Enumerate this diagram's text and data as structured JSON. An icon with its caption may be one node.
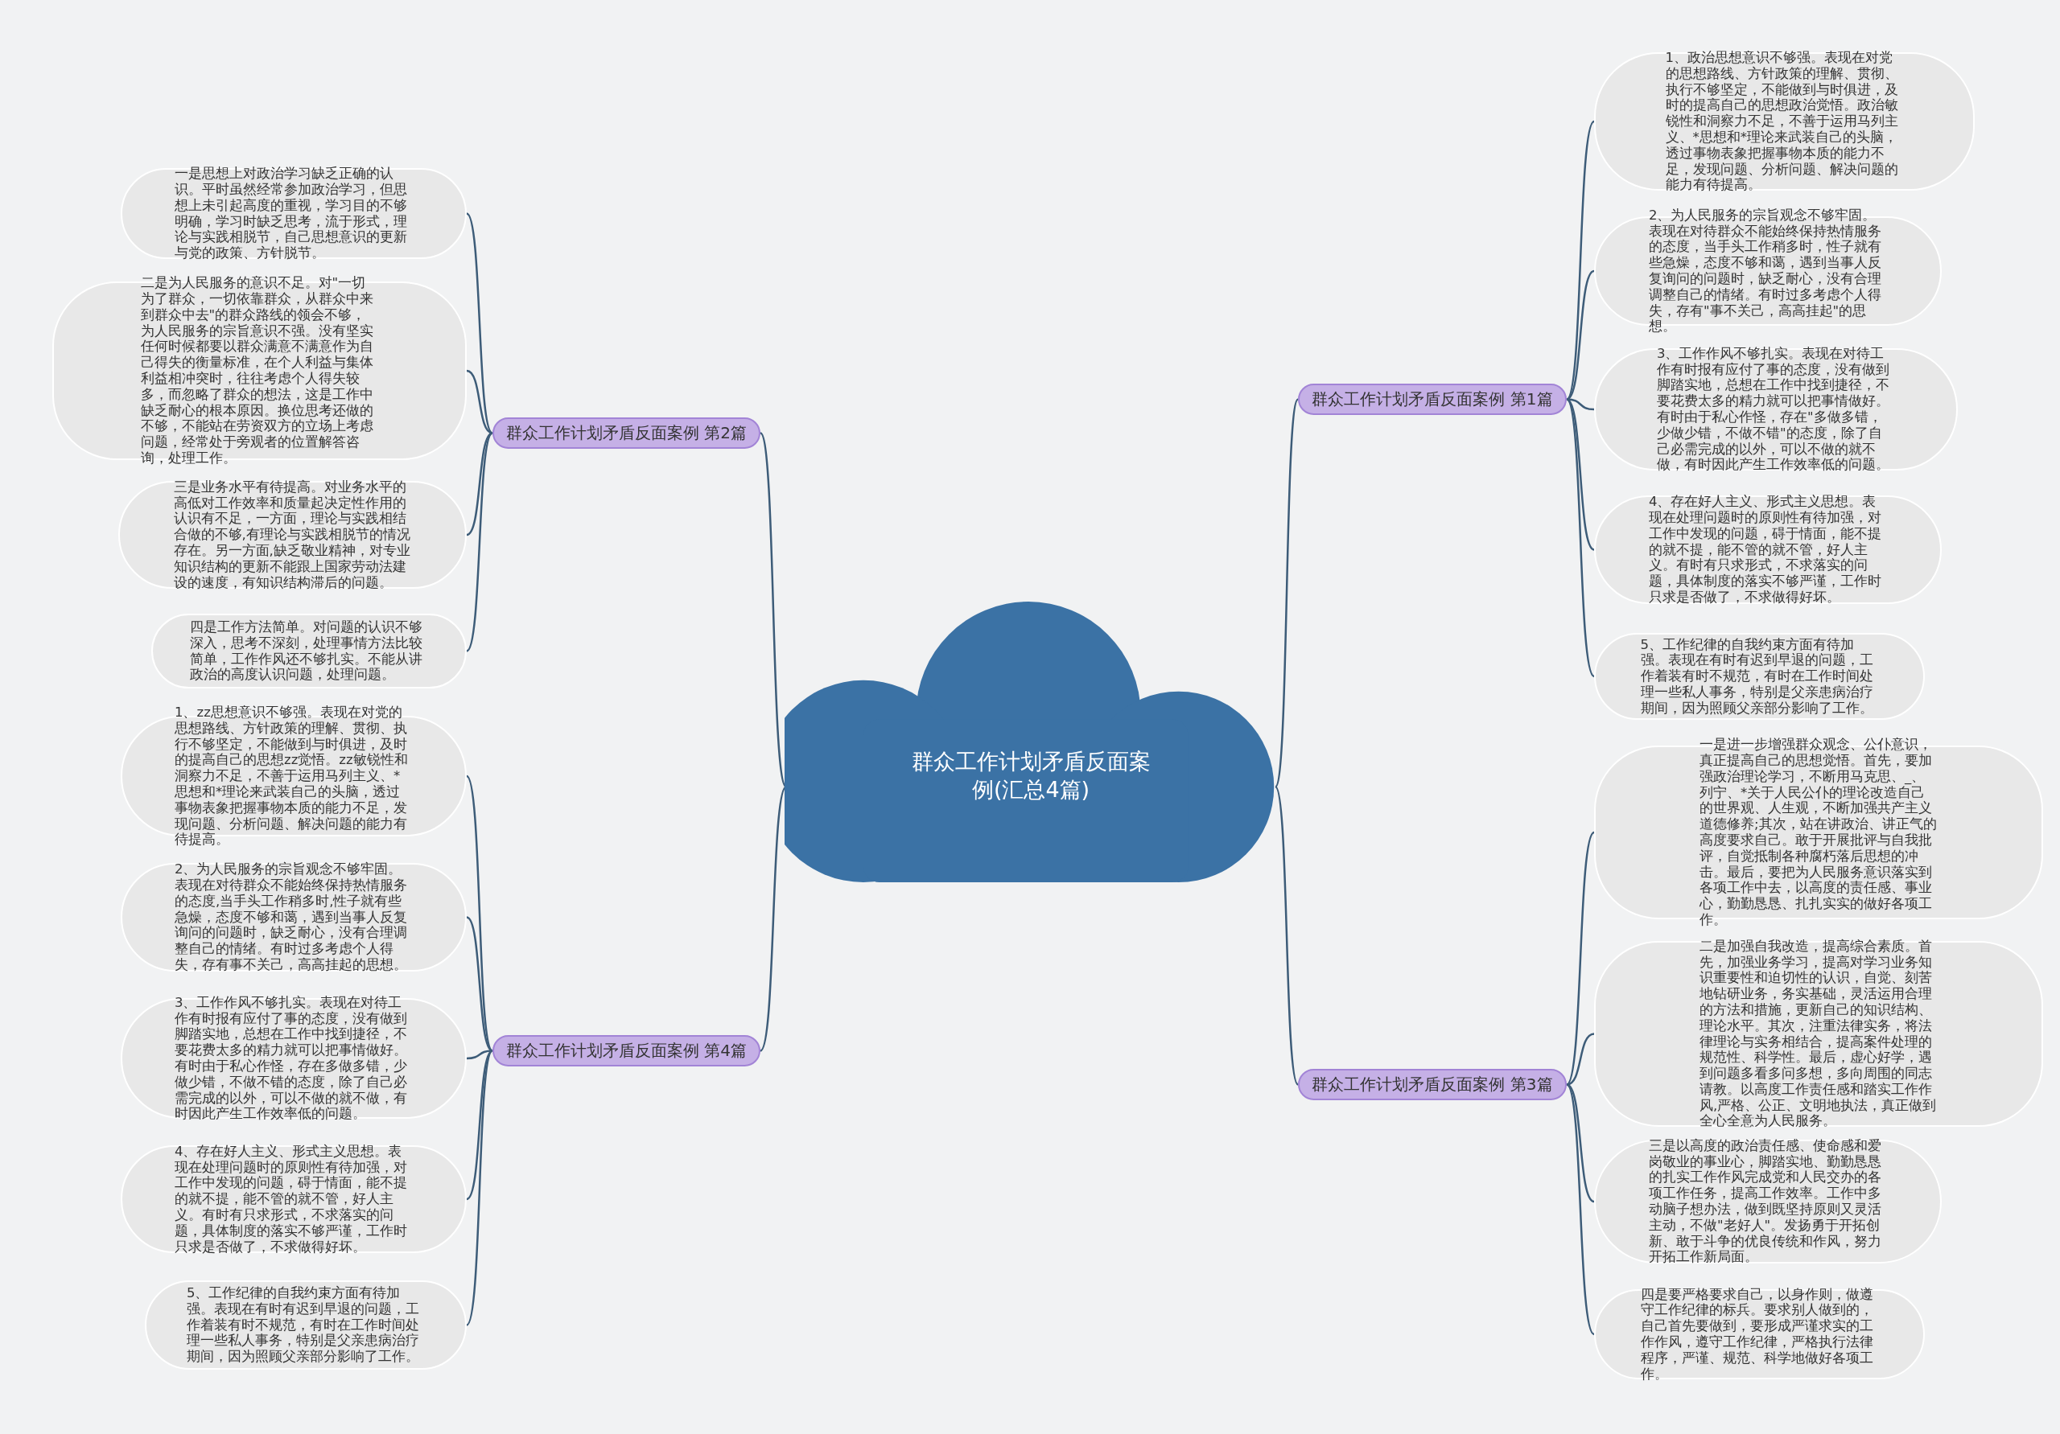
{
  "diagram": {
    "nodes": [
      {
        "text": [
          "群众工作计划矛盾反面案例(汇总4篇)"
        ]
      },
      {
        "text": [
          "群众工作计划矛盾反面案例 第1篇"
        ]
      },
      {
        "text": [
          "1、政治思想意识不够强。表现在对党的思想路线、方针政策的理解、贯彻、执行不够坚定，不能做到与时俱进，及时的提高自己的思想政治觉悟。政治敏锐性和洞察力不足，不善于运用马列主义、*思想和*理论来武装自己的头脑，透过事物表象把握事物本质的能力不足，发现问题、分析问题、解决问题的能力有待提高。"
        ]
      },
      {
        "text": [
          "2、为人民服务的宗旨观念不够牢固。表现在对待群众不能始终保持热情服务的态度，当手头工作稍多时，性子就有些急燥，态度不够和蔼，遇到当事人反复询问的问题时，缺乏耐心，没有合理调整自己的情绪。有时过多考虑个人得失，存有\"事不关己，高高挂起\"的思想。"
        ]
      },
      {
        "text": [
          "3、工作作风不够扎实。表现在对待工作有时报有应付了事的态度，没有做到脚踏实地，总想在工作中找到捷径，不要花费太多的精力就可以把事情做好。有时由于私心作怪，存在\"多做多错，少做少错，不做不错\"的态度，除了自己必需完成的以外，可以不做的就不做，有时因此产生工作效率低的问题。"
        ]
      },
      {
        "text": [
          "4、存在好人主义、形式主义思想。表现在处理问题时的原则性有待加强，对工作中发现的问题，碍于情面，能不提的就不提，能不管的就不管，好人主义。有时有只求形式，不求落实的问题，具体制度的落实不够严谨，工作时只求是否做了，不求做得好坏。"
        ]
      },
      {
        "text": [
          "5、工作纪律的自我约束方面有待加强。表现在有时有迟到早退的问题，工作着装有时不规范，有时在工作时间处理一些私人事务，特别是父亲患病治疗期间，因为照顾父亲部分影响了工作。"
        ]
      },
      {
        "text": [
          "群众工作计划矛盾反面案例 第2篇"
        ]
      },
      {
        "text": [
          "一是思想上对政治学习缺乏正确的认识。平时虽然经常参加政治学习，但思想上未引起高度的重视，学习目的不够明确，学习时缺乏思考，流于形式，理论与实践相脱节，自己思想意识的更新与党的政策、方针脱节。"
        ]
      },
      {
        "text": [
          "二是为人民服务的意识不足。对\"一切为了群众，一切依靠群众，从群众中来到群众中去\"的群众路线的领会不够，为人民服务的宗旨意识不强。没有坚实任何时候都要以群众满意不满意作为自己得失的衡量标准，在个人利益与集体利益相冲突时，往往考虑个人得失较多，而忽略了群众的想法，这是工作中缺乏耐心的根本原因。换位思考还做的不够，不能站在劳资双方的立场上考虑问题，经常处于旁观者的位置解答咨询，处理工作。"
        ]
      },
      {
        "text": [
          "三是业务水平有待提高。对业务水平的高低对工作效率和质量起决定性作用的认识有不足，一方面，理论与实践相结合做的不够,有理论与实践相脱节的情况存在。另一方面,缺乏敬业精神，对专业知识结构的更新不能跟上国家劳动法建设的速度，有知识结构滞后的问题。"
        ]
      },
      {
        "text": [
          "四是工作方法简单。对问题的认识不够深入，思考不深刻，处理事情方法比较简单，工作作风还不够扎实。不能从讲政治的高度认识问题，处理问题。"
        ]
      },
      {
        "text": [
          "群众工作计划矛盾反面案例 第3篇"
        ]
      },
      {
        "text": [
          "一是进一步增强群众观念、公仆意识，真正提高自己的思想觉悟。首先，要加强政治理论学习，不断用马克思、_、列宁、*关于人民公仆的理论改造自己的世界观、人生观，不断加强共产主义道德修养;其次，站在讲政治、讲正气的高度要求自己。敢于开展批评与自我批评，自觉抵制各种腐朽落后思想的冲击。最后，要把为人民服务意识落实到各项工作中去，以高度的责任感、事业心，勤勤恳恳、扎扎实实的做好各项工作。"
        ]
      },
      {
        "text": [
          "二是加强自我改造，提高综合素质。首先，加强业务学习，提高对学习业务知识重要性和迫切性的认识，自觉、刻苦地钻研业务，务实基础，灵活运用合理的方法和措施，更新自己的知识结构、理论水平。其次，注重法律实务，将法律理论与实务相结合，提高案件处理的规范性、科学性。最后，虚心好学，遇到问题多看多问多想，多向周围的同志请教。以高度工作责任感和踏实工作作风,严格、公正、文明地执法，真正做到全心全意为人民服务。"
        ]
      },
      {
        "text": [
          "三是以高度的政治责任感、使命感和爱岗敬业的事业心，脚踏实地、勤勤恳恳的扎实工作作风完成党和人民交办的各项工作任务，提高工作效率。工作中多动脑子想办法，做到既坚持原则又灵活主动，不做\"老好人\"。发扬勇于开拓创新、敢于斗争的优良传统和作风，努力开拓工作新局面。"
        ]
      },
      {
        "text": [
          "四是要严格要求自己，以身作则，做遵守工作纪律的标兵。要求别人做到的，自己首先要做到，要形成严谨求实的工作作风，遵守工作纪律，严格执行法律程序，严谨、规范、科学地做好各项工作。"
        ]
      },
      {
        "text": [
          "群众工作计划矛盾反面案例 第4篇"
        ]
      },
      {
        "text": [
          "1、zz思想意识不够强。表现在对党的思想路线、方针政策的理解、贯彻、执行不够坚定，不能做到与时俱进，及时的提高自己的思想zz觉悟。zz敏锐性和洞察力不足，不善于运用马列主义、*思想和*理论来武装自己的头脑，透过事物表象把握事物本质的能力不足，发现问题、分析问题、解决问题的能力有待提高。"
        ]
      },
      {
        "text": [
          "2、为人民服务的宗旨观念不够牢固。表现在对待群众不能始终保持热情服务的态度,当手头工作稍多时,性子就有些急燥，态度不够和蔼，遇到当事人反复询问的问题时，缺乏耐心，没有合理调整自己的情绪。有时过多考虑个人得失，存有事不关己，高高挂起的思想。"
        ]
      },
      {
        "text": [
          "3、工作作风不够扎实。表现在对待工作有时报有应付了事的态度，没有做到脚踏实地，总想在工作中找到捷径，不要花费太多的精力就可以把事情做好。有时由于私心作怪，存在多做多错，少做少错，不做不错的态度，除了自己必需完成的以外，可以不做的就不做，有时因此产生工作效率低的问题。"
        ]
      },
      {
        "text": [
          "4、存在好人主义、形式主义思想。表现在处理问题时的原则性有待加强，对工作中发现的问题，碍于情面，能不提的就不提，能不管的就不管，好人主义。有时有只求形式，不求落实的问题，具体制度的落实不够严谨，工作时只求是否做了，不求做得好坏。"
        ]
      },
      {
        "text": [
          "5、工作纪律的自我约束方面有待加强。表现在有时有迟到早退的问题，工作着装有时不规范，有时在工作时间处理一些私人事务，特别是父亲患病治疗期间，因为照顾父亲部分影响了工作。"
        ]
      }
    ],
    "edges": [
      {
        "from": 0,
        "to": 1,
        "arrow": "none"
      },
      {
        "from": 1,
        "to": 2,
        "arrow": "none"
      },
      {
        "from": 1,
        "to": 3,
        "arrow": "none"
      },
      {
        "from": 1,
        "to": 4,
        "arrow": "none"
      },
      {
        "from": 1,
        "to": 5,
        "arrow": "none"
      },
      {
        "from": 1,
        "to": 6,
        "arrow": "none"
      },
      {
        "from": 0,
        "to": 7,
        "arrow": "none"
      },
      {
        "from": 7,
        "to": 8,
        "arrow": "none"
      },
      {
        "from": 7,
        "to": 9,
        "arrow": "none"
      },
      {
        "from": 7,
        "to": 10,
        "arrow": "none"
      },
      {
        "from": 7,
        "to": 11,
        "arrow": "none"
      },
      {
        "from": 0,
        "to": 12,
        "arrow": "none"
      },
      {
        "from": 12,
        "to": 13,
        "arrow": "none"
      },
      {
        "from": 12,
        "to": 14,
        "arrow": "none"
      },
      {
        "from": 12,
        "to": 15,
        "arrow": "none"
      },
      {
        "from": 12,
        "to": 16,
        "arrow": "none"
      },
      {
        "from": 0,
        "to": 17,
        "arrow": "none"
      },
      {
        "from": 17,
        "to": 18,
        "arrow": "none"
      },
      {
        "from": 17,
        "to": 19,
        "arrow": "none"
      },
      {
        "from": 17,
        "to": 20,
        "arrow": "none"
      },
      {
        "from": 17,
        "to": 21,
        "arrow": "none"
      },
      {
        "from": 17,
        "to": 22,
        "arrow": "none"
      }
    ]
  }
}
